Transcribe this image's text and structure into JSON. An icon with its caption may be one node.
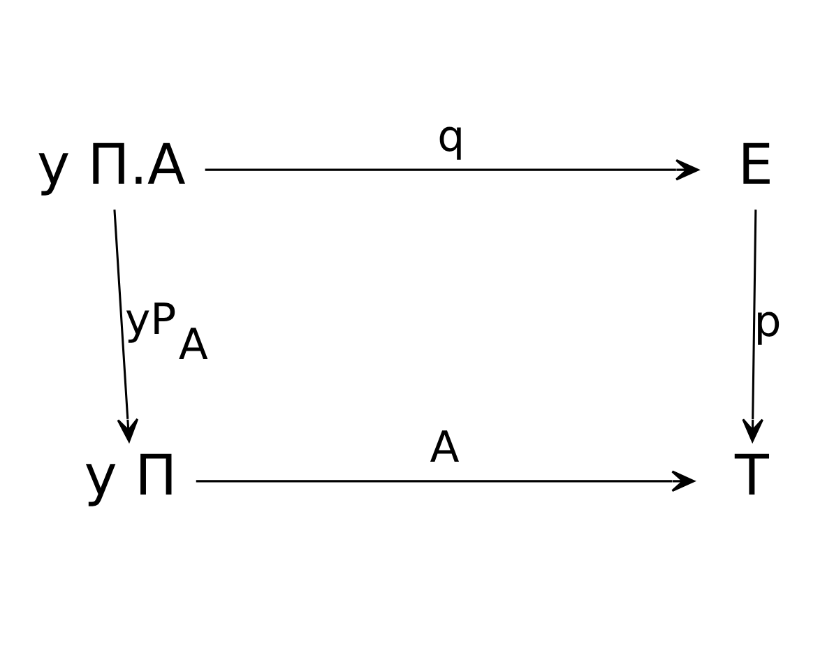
{
  "diagram": {
    "nodes": [
      {
        "text": [
          "y Π.A"
        ]
      },
      {
        "text": [
          "E"
        ]
      },
      {
        "text": [
          "y Π"
        ]
      },
      {
        "text": [
          "T"
        ]
      }
    ],
    "edges": [
      {
        "from": 0,
        "to": 1,
        "arrow": "to",
        "label": "q"
      },
      {
        "from": 0,
        "to": 2,
        "arrow": "to",
        "label": "yP$_{A}$"
      },
      {
        "from": 1,
        "to": 3,
        "arrow": "to",
        "label": "p"
      },
      {
        "from": 2,
        "to": 3,
        "arrow": "to",
        "label": "A"
      }
    ]
  }
}
